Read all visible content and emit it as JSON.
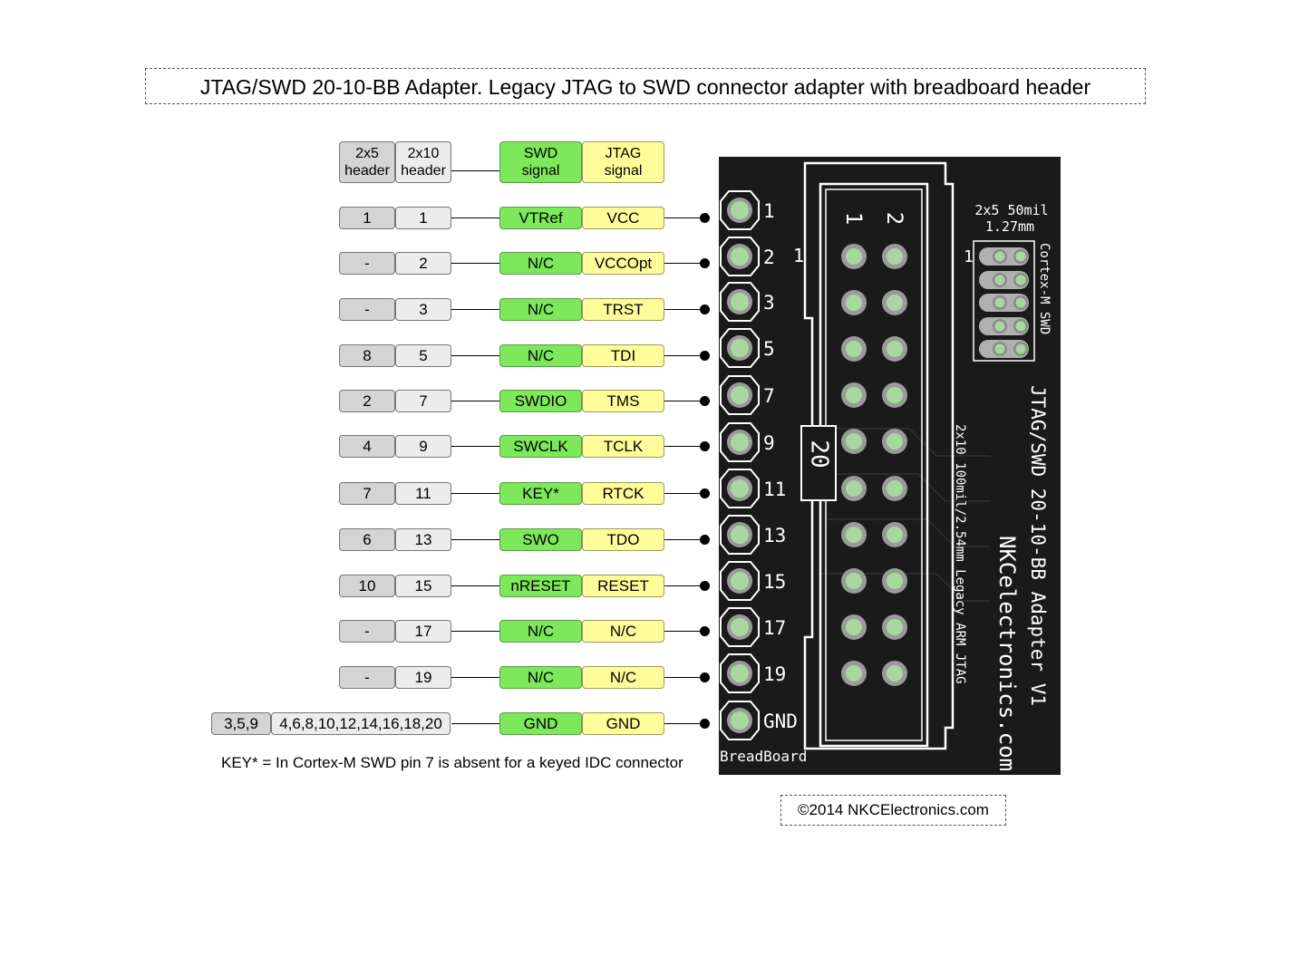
{
  "title": "JTAG/SWD 20-10-BB Adapter.  Legacy JTAG to SWD connector adapter with breadboard header",
  "headers": {
    "col_2x5": [
      "2x5",
      "header"
    ],
    "col_2x10": [
      "2x10",
      "header"
    ],
    "col_swd": [
      "SWD",
      "signal"
    ],
    "col_jtag": [
      "JTAG",
      "signal"
    ]
  },
  "rows": [
    {
      "h5": "1",
      "h10": "1",
      "swd": "VTRef",
      "jtag": "VCC",
      "bb": "1"
    },
    {
      "h5": "-",
      "h10": "2",
      "swd": "N/C",
      "jtag": "VCCOpt",
      "bb": "2"
    },
    {
      "h5": "-",
      "h10": "3",
      "swd": "N/C",
      "jtag": "TRST",
      "bb": "3"
    },
    {
      "h5": "8",
      "h10": "5",
      "swd": "N/C",
      "jtag": "TDI",
      "bb": "5"
    },
    {
      "h5": "2",
      "h10": "7",
      "swd": "SWDIO",
      "jtag": "TMS",
      "bb": "7"
    },
    {
      "h5": "4",
      "h10": "9",
      "swd": "SWCLK",
      "jtag": "TCLK",
      "bb": "9"
    },
    {
      "h5": "7",
      "h10": "11",
      "swd": "KEY*",
      "jtag": "RTCK",
      "bb": "11"
    },
    {
      "h5": "6",
      "h10": "13",
      "swd": "SWO",
      "jtag": "TDO",
      "bb": "13"
    },
    {
      "h5": "10",
      "h10": "15",
      "swd": "nRESET",
      "jtag": "RESET",
      "bb": "15"
    },
    {
      "h5": "-",
      "h10": "17",
      "swd": "N/C",
      "jtag": "N/C",
      "bb": "17"
    },
    {
      "h5": "-",
      "h10": "19",
      "swd": "N/C",
      "jtag": "N/C",
      "bb": "19"
    },
    {
      "h5": "3,5,9",
      "h10": "4,6,8,10,12,14,16,18,20",
      "swd": "GND",
      "jtag": "GND",
      "bb": "GND"
    }
  ],
  "key_note": "KEY* = In Cortex-M SWD pin 7 is absent for a keyed IDC connector",
  "copyright": "©2014 NKCElectronics.com",
  "board": {
    "jtag_pin_labels": [
      "1",
      "2"
    ],
    "jtag_side_pin": "1",
    "jtag_pin20_label": "20",
    "swd_header_label": [
      "2x5 50mil",
      "1.27mm"
    ],
    "swd_pin1_label": "1",
    "swd_vertical_label": "Cortex-M SWD",
    "board_title": "JTAG/SWD 20-10-BB Adapter V1",
    "board_maker": "NKCelectronics.com",
    "jtag_header_label": "2x10 100mil/2.54mm Legacy ARM JTAG",
    "breadboard_label": "BreadBoard"
  },
  "colors": {
    "swd": "#7ce85a",
    "jtag": "#fffd9a",
    "header_2x5": "#d4d4d4",
    "header_2x10": "#ececec",
    "board": "#1a1a1a",
    "pad": "#a8d8a0"
  }
}
